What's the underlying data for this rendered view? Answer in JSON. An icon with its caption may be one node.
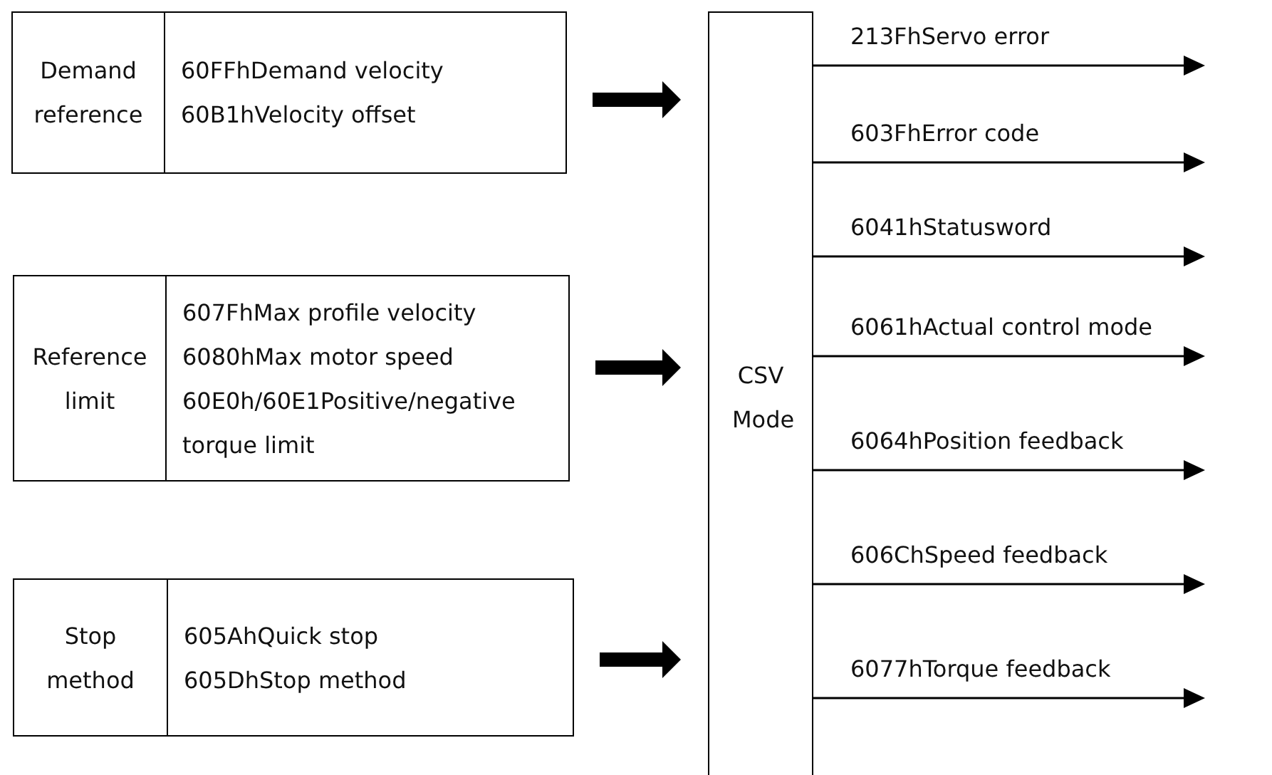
{
  "diagram": {
    "nodes": [
      {
        "text": [
          "Demand reference",
          "60FFhDemand velocity",
          "60B1hVelocity offset"
        ]
      },
      {
        "text": [
          "Reference limit",
          "607FhMax profile velocity",
          "6080hMax motor speed",
          "60E0h/60E1Positive/negative torque limit"
        ]
      },
      {
        "text": [
          "Stop method",
          "605AhQuick stop",
          "605DhStop method"
        ]
      },
      {
        "text": [
          "CSV Mode"
        ]
      }
    ],
    "edges": [
      {
        "from": 0,
        "to": 3,
        "arrow": "to",
        "style": "thick"
      },
      {
        "from": 1,
        "to": 3,
        "arrow": "to",
        "style": "thick"
      },
      {
        "from": 2,
        "to": 3,
        "arrow": "to",
        "style": "thick"
      },
      {
        "from": 3,
        "to": null,
        "arrow": "to",
        "label": "213FhServo error"
      },
      {
        "from": 3,
        "to": null,
        "arrow": "to",
        "label": "603FhError code"
      },
      {
        "from": 3,
        "to": null,
        "arrow": "to",
        "label": "6041hStatusword"
      },
      {
        "from": 3,
        "to": null,
        "arrow": "to",
        "label": "6061hActual control mode"
      },
      {
        "from": 3,
        "to": null,
        "arrow": "to",
        "label": "6064hPosition feedback"
      },
      {
        "from": 3,
        "to": null,
        "arrow": "to",
        "label": "606ChSpeed feedback"
      },
      {
        "from": 3,
        "to": null,
        "arrow": "to",
        "label": "6077hTorque feedback"
      }
    ]
  }
}
